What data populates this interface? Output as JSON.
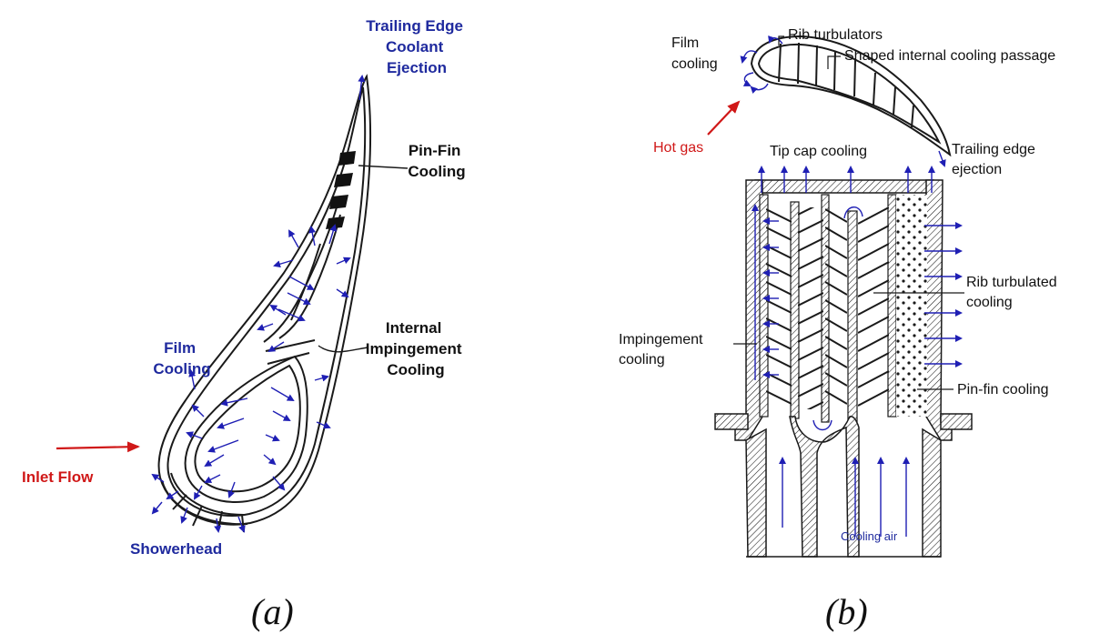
{
  "colors": {
    "line": "#1a1a1a",
    "coolant_arrow": "#1f1fb4",
    "label_blue": "#1f2a9e",
    "hot_red": "#d01818"
  },
  "panel_a": {
    "label_trailing_edge": [
      "Trailing Edge",
      "Coolant",
      "Ejection"
    ],
    "label_pin_fin": [
      "Pin-Fin",
      "Cooling"
    ],
    "label_internal": [
      "Internal",
      "Impingement",
      "Cooling"
    ],
    "label_film": [
      "Film",
      "Cooling"
    ],
    "label_inlet": "Inlet Flow",
    "label_showerhead": "Showerhead",
    "caption": "(a)"
  },
  "panel_b": {
    "label_film": [
      "Film",
      "cooling"
    ],
    "label_rib_turbulators": "Rib turbulators",
    "label_shaped_passage": "Shaped internal cooling passage",
    "label_hot_gas": "Hot gas",
    "label_tip_cap": "Tip cap cooling",
    "label_trailing_edge": [
      "Trailing edge",
      "ejection"
    ],
    "label_rib_turbulated": [
      "Rib turbulated",
      "cooling"
    ],
    "label_impingement": [
      "Impingement",
      "cooling"
    ],
    "label_pin_fin": "Pin-fin cooling",
    "label_cooling_air": "Cooling air",
    "caption": "(b)"
  }
}
